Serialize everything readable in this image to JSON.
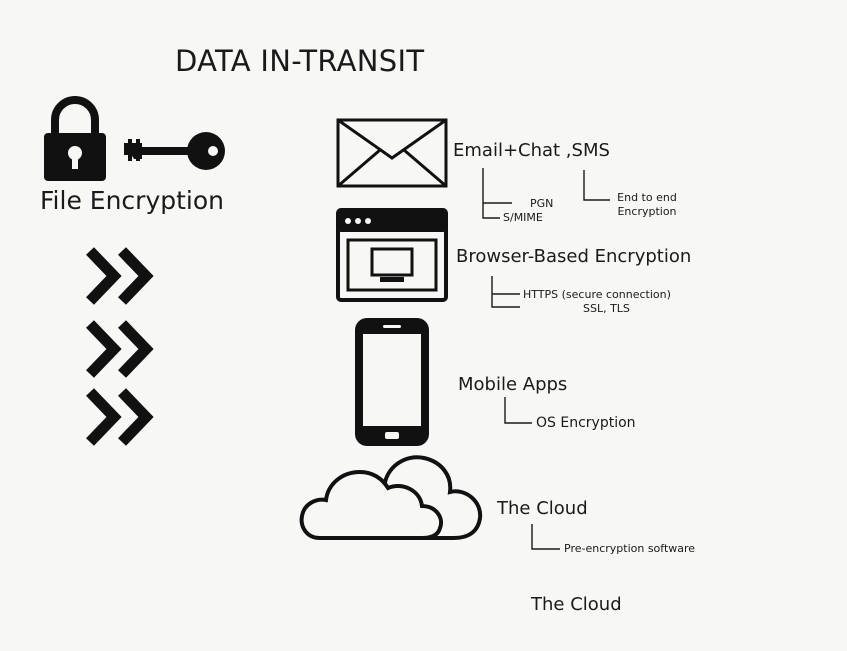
{
  "title": "DATA IN-TRANSIT",
  "left": {
    "label": "File Encryption",
    "icons": [
      "padlock-icon",
      "key-icon",
      "double-chevron-icon"
    ]
  },
  "email": {
    "label": "Email+Chat ,SMS",
    "sub1": "PGN",
    "sub2": "S/MIME",
    "sub3_line1": "End to end",
    "sub3_line2": "Encryption"
  },
  "browser": {
    "label": "Browser-Based Encryption",
    "sub1": "HTTPS (secure connection)",
    "sub2": "SSL, TLS"
  },
  "mobile": {
    "label": "Mobile Apps",
    "sub1": "OS Encryption"
  },
  "cloud": {
    "label": "The Cloud",
    "sub1": "Pre-encryption software"
  },
  "footer": {
    "label": "The Cloud"
  }
}
